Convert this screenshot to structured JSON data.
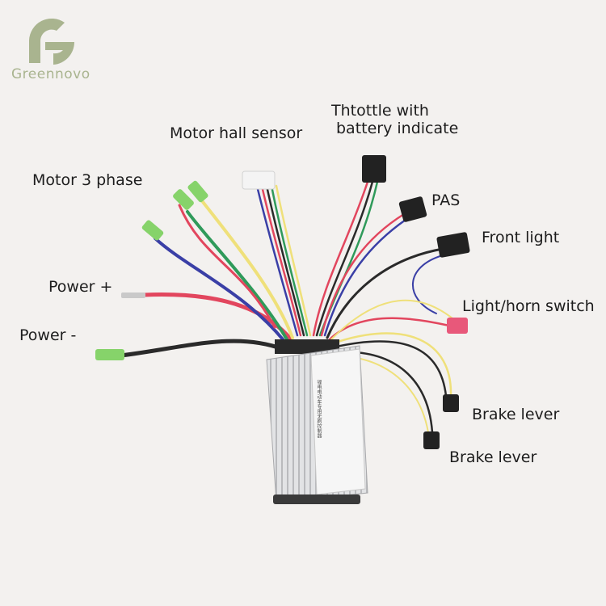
{
  "brand": {
    "name": "Greennovo",
    "accent_color": "#a9b48f"
  },
  "labels": {
    "throttle_line1": "Thtottle with",
    "throttle_line2": "battery indicate",
    "motor_hall": "Motor hall sensor",
    "motor_phase": "Motor 3 phase",
    "pas": "PAS",
    "front_light": "Front light",
    "power_plus": "Power +",
    "light_horn": "Light/horn switch",
    "power_minus": "Power -",
    "brake_lever_1": "Brake lever",
    "brake_lever_2": "Brake lever"
  },
  "controller": {
    "label_text": "锂电电动车专用无刷控制器"
  },
  "colors": {
    "background": "#f3f1ef",
    "connector_green": "#86d36a",
    "connector_black": "#222222",
    "connector_pink": "#e8587a",
    "wire_red": "#e2465e",
    "wire_yellow": "#efe07a",
    "wire_blue": "#3a3fa6",
    "wire_green": "#2f9a5a",
    "wire_black": "#2a2a2a",
    "controller_body": "#d9dadc"
  }
}
